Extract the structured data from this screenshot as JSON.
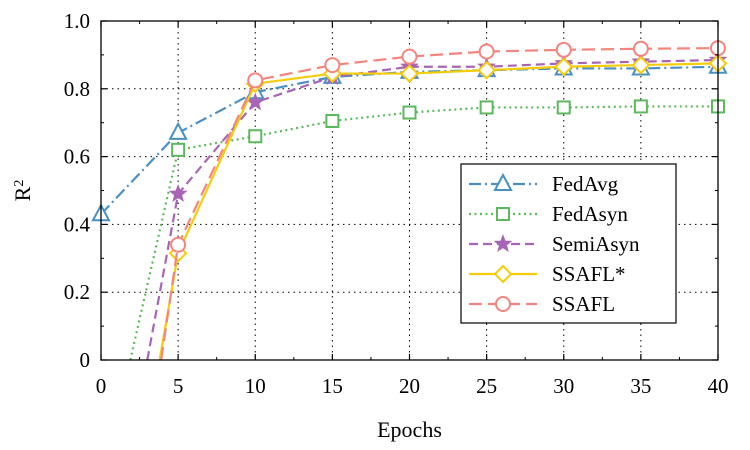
{
  "chart_data": {
    "type": "line",
    "title": "",
    "xlabel": "Epochs",
    "ylabel": "R",
    "ylabel_superscript": "2",
    "xlim": [
      0,
      40
    ],
    "ylim": [
      0,
      1.0
    ],
    "x_ticks": [
      "0",
      "5",
      "10",
      "15",
      "20",
      "25",
      "30",
      "35",
      "40"
    ],
    "y_ticks": [
      "0",
      "0.2",
      "0.4",
      "0.6",
      "0.8",
      "1.0"
    ],
    "grid": true,
    "legend_position": "center-right",
    "x": [
      0,
      5,
      10,
      15,
      20,
      25,
      30,
      35,
      40
    ],
    "series": [
      {
        "name": "FedAvg",
        "color": "#4a90c2",
        "dash": "dashdot",
        "marker": "triangle",
        "values": [
          0.43,
          0.67,
          0.79,
          0.835,
          0.85,
          0.855,
          0.86,
          0.86,
          0.865
        ]
      },
      {
        "name": "FedAsyn",
        "color": "#5cb85c",
        "dash": "dotted",
        "marker": "square",
        "pre_points": [
          [
            1.9,
            0.0
          ]
        ],
        "values": [
          null,
          0.62,
          0.66,
          0.705,
          0.73,
          0.745,
          0.745,
          0.748,
          0.748
        ]
      },
      {
        "name": "SemiAsyn",
        "color": "#a865b5",
        "dash": "dashed",
        "marker": "star",
        "pre_points": [
          [
            3.0,
            0.0
          ]
        ],
        "values": [
          null,
          0.49,
          0.76,
          0.835,
          0.865,
          0.865,
          0.875,
          0.88,
          0.885
        ]
      },
      {
        "name": "SSAFL*",
        "color": "#f5cc0a",
        "dash": "solid",
        "marker": "diamond",
        "pre_points": [
          [
            3.8,
            0.0
          ]
        ],
        "values": [
          null,
          0.315,
          0.815,
          0.845,
          0.845,
          0.855,
          0.865,
          0.87,
          0.875
        ]
      },
      {
        "name": "SSAFL",
        "color": "#f4857e",
        "dash": "longdash",
        "marker": "circle",
        "pre_points": [
          [
            3.9,
            0.0
          ]
        ],
        "values": [
          null,
          0.34,
          0.825,
          0.87,
          0.895,
          0.91,
          0.915,
          0.918,
          0.92
        ]
      }
    ]
  }
}
